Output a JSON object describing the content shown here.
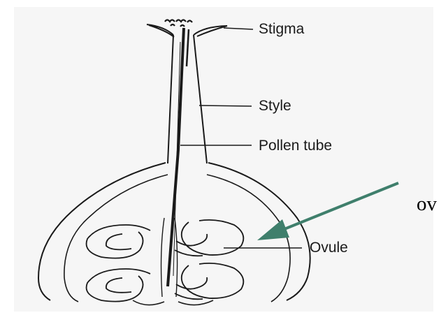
{
  "labels": {
    "stigma": "Stigma",
    "style": "Style",
    "pollen_tube": "Pollen tube",
    "ovule": "Ovule",
    "ovary_partial": "ov"
  },
  "colors": {
    "panel_background": "#f6f6f6",
    "line": "#1a1a1a",
    "arrow": "#3f7f6c"
  }
}
